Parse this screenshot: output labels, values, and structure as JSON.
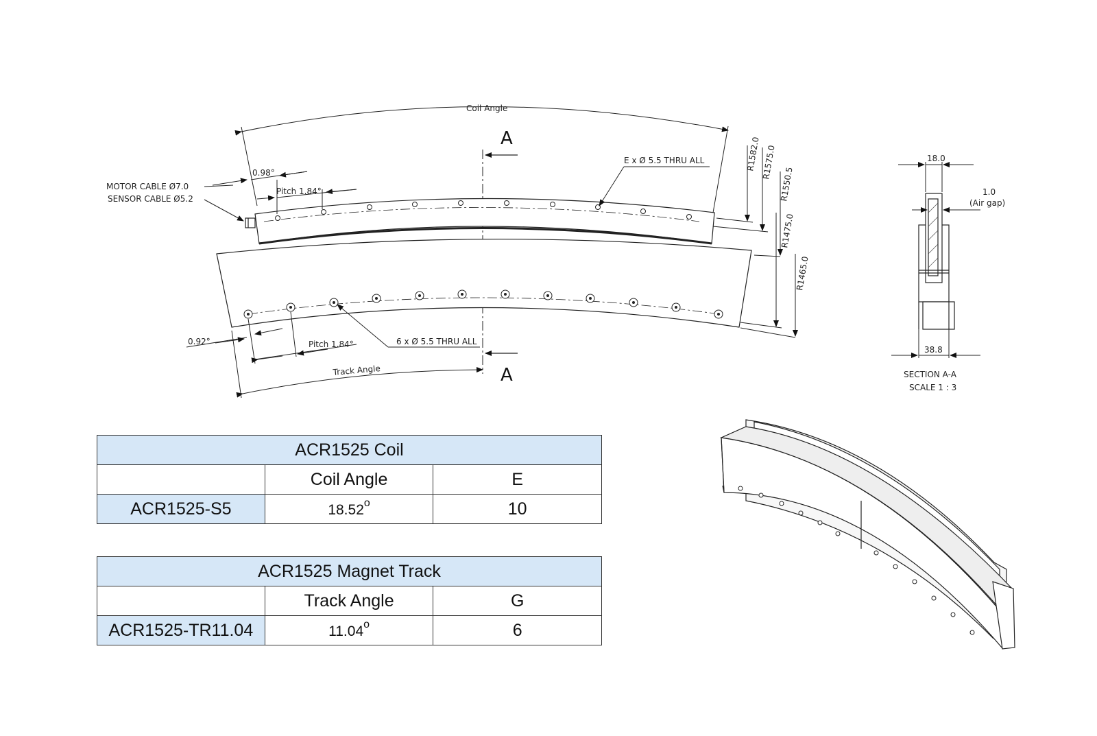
{
  "drawing": {
    "coil_angle_label": "Coil Angle",
    "track_angle_label": "Track Angle",
    "section_letter_top": "A",
    "section_letter_bottom": "A",
    "motor_cable": "MOTOR CABLE Ø7.0",
    "sensor_cable": "SENSOR CABLE Ø5.2",
    "coil_offset_angle": "0.98°",
    "coil_pitch": "Pitch 1.84°",
    "coil_holes": "E x Ø 5.5 THRU ALL",
    "track_offset_angle": "0.92°",
    "track_pitch": "Pitch 1.84°",
    "track_holes": "6 x Ø 5.5 THRU ALL",
    "radii": [
      "R1582.0",
      "R1575.0",
      "R1550.5",
      "R1475.0",
      "R1465.0"
    ]
  },
  "section": {
    "width_top": "18.0",
    "air_gap_value": "1.0",
    "air_gap_label": "(Air gap)",
    "width_bottom": "38.8",
    "title": "SECTION A-A",
    "scale": "SCALE 1 : 3"
  },
  "coil_table": {
    "title": "ACR1525 Coil",
    "col1": "Coil Angle",
    "col2": "E",
    "model": "ACR1525-S5",
    "angle": "18.52",
    "deg": "o",
    "count": "10"
  },
  "track_table": {
    "title": "ACR1525 Magnet Track",
    "col1": "Track Angle",
    "col2": "G",
    "model": "ACR1525-TR11.04",
    "angle": "11.04",
    "deg": "o",
    "count": "6"
  }
}
